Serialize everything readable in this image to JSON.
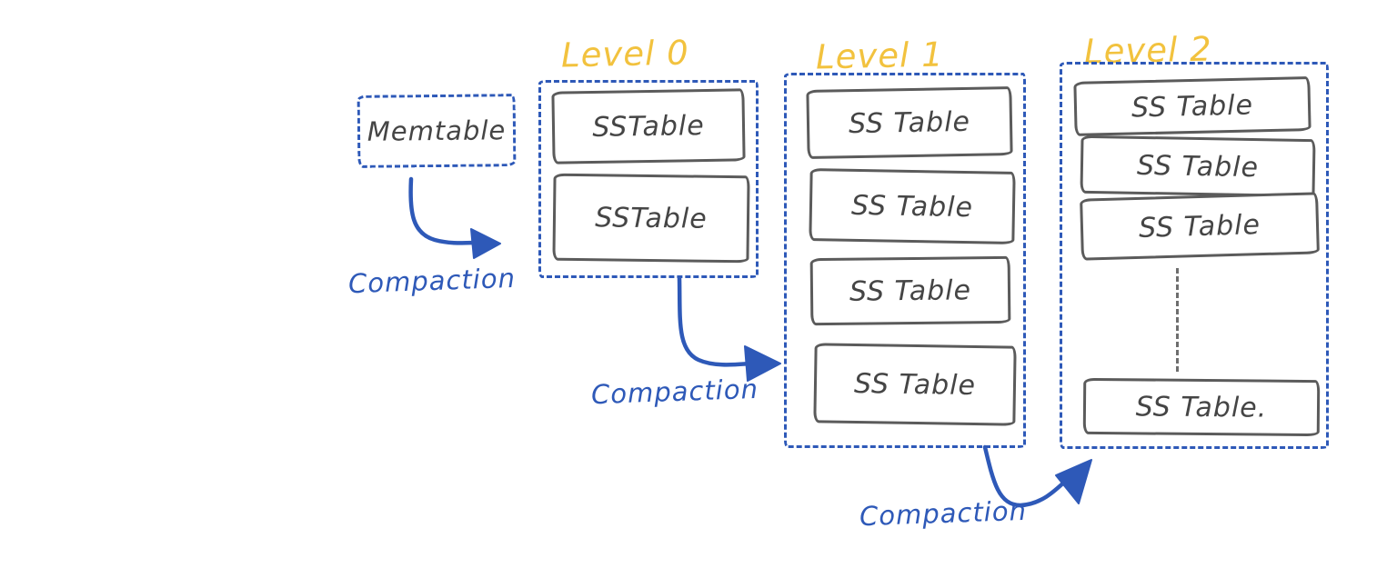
{
  "colors": {
    "blue": "#2e59b8",
    "yellow": "#f2c23e",
    "gray": "#5b5b5b",
    "ink": "#454545"
  },
  "memtable": {
    "label": "Memtable"
  },
  "levels": [
    {
      "name": "Level 0",
      "sstables": [
        "SSTable",
        "SSTable"
      ],
      "ellipsis": false
    },
    {
      "name": "Level 1",
      "sstables": [
        "SS Table",
        "SS Table",
        "SS Table",
        "SS Table"
      ],
      "ellipsis": false
    },
    {
      "name": "Level 2",
      "sstables": [
        "SS Table",
        "SS Table",
        "SS Table",
        "SS Table."
      ],
      "ellipsis": true
    }
  ],
  "compaction_labels": [
    "Compaction",
    "Compaction",
    "Compaction"
  ]
}
